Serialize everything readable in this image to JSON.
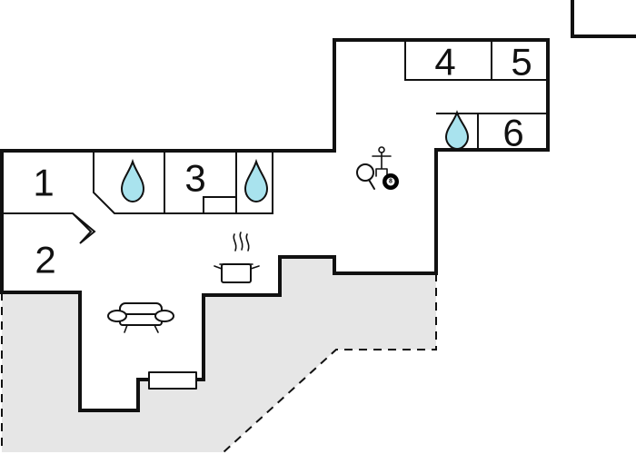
{
  "floorplan": {
    "rooms": [
      {
        "id": "room-1",
        "label": "1"
      },
      {
        "id": "room-2",
        "label": "2"
      },
      {
        "id": "room-3",
        "label": "3"
      },
      {
        "id": "room-4",
        "label": "4"
      },
      {
        "id": "room-5",
        "label": "5"
      },
      {
        "id": "room-6",
        "label": "6"
      }
    ],
    "icons": [
      "water-drop-icon",
      "water-drop-icon",
      "water-drop-icon",
      "cooking-pot-icon",
      "sofa-icon",
      "table-tennis-icon",
      "billiard-ball-icon",
      "radiator-icon"
    ],
    "billiard_ball_label": "8",
    "colors": {
      "walls": "#111111",
      "terrace": "#e6e6e6",
      "water": "#a9e3ee",
      "background": "#ffffff"
    }
  }
}
